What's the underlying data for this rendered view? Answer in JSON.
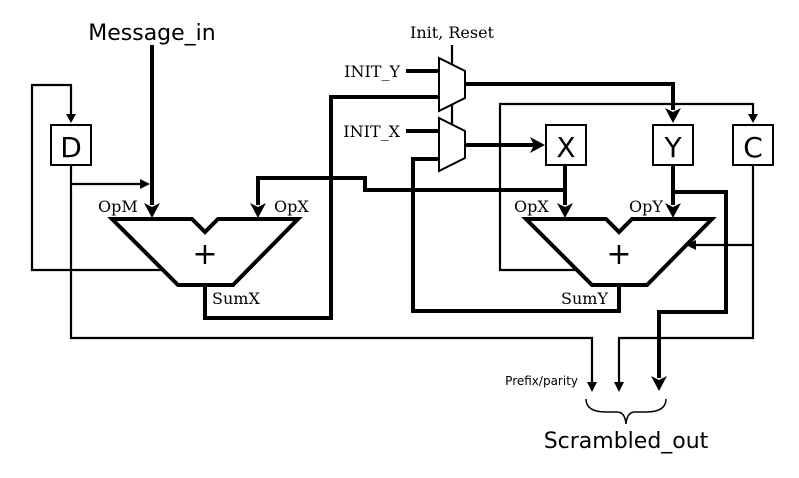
{
  "diagram": {
    "inputs": {
      "message_in": "Message_in",
      "init_reset": "Init, Reset",
      "init_y": "INIT_Y",
      "init_x": "INIT_X"
    },
    "registers": {
      "d": "D",
      "x": "X",
      "y": "Y",
      "c": "C"
    },
    "adder_left": {
      "symbol": "+",
      "op_m": "OpM",
      "op_x": "OpX",
      "sum": "SumX"
    },
    "adder_right": {
      "symbol": "+",
      "op_x": "OpX",
      "op_y": "OpY",
      "sum": "SumY"
    },
    "outputs": {
      "prefix_parity": "Prefix/parity",
      "scrambled_out": "Scrambled_out"
    },
    "colors": {
      "stroke": "#000000",
      "background": "#ffffff"
    }
  }
}
